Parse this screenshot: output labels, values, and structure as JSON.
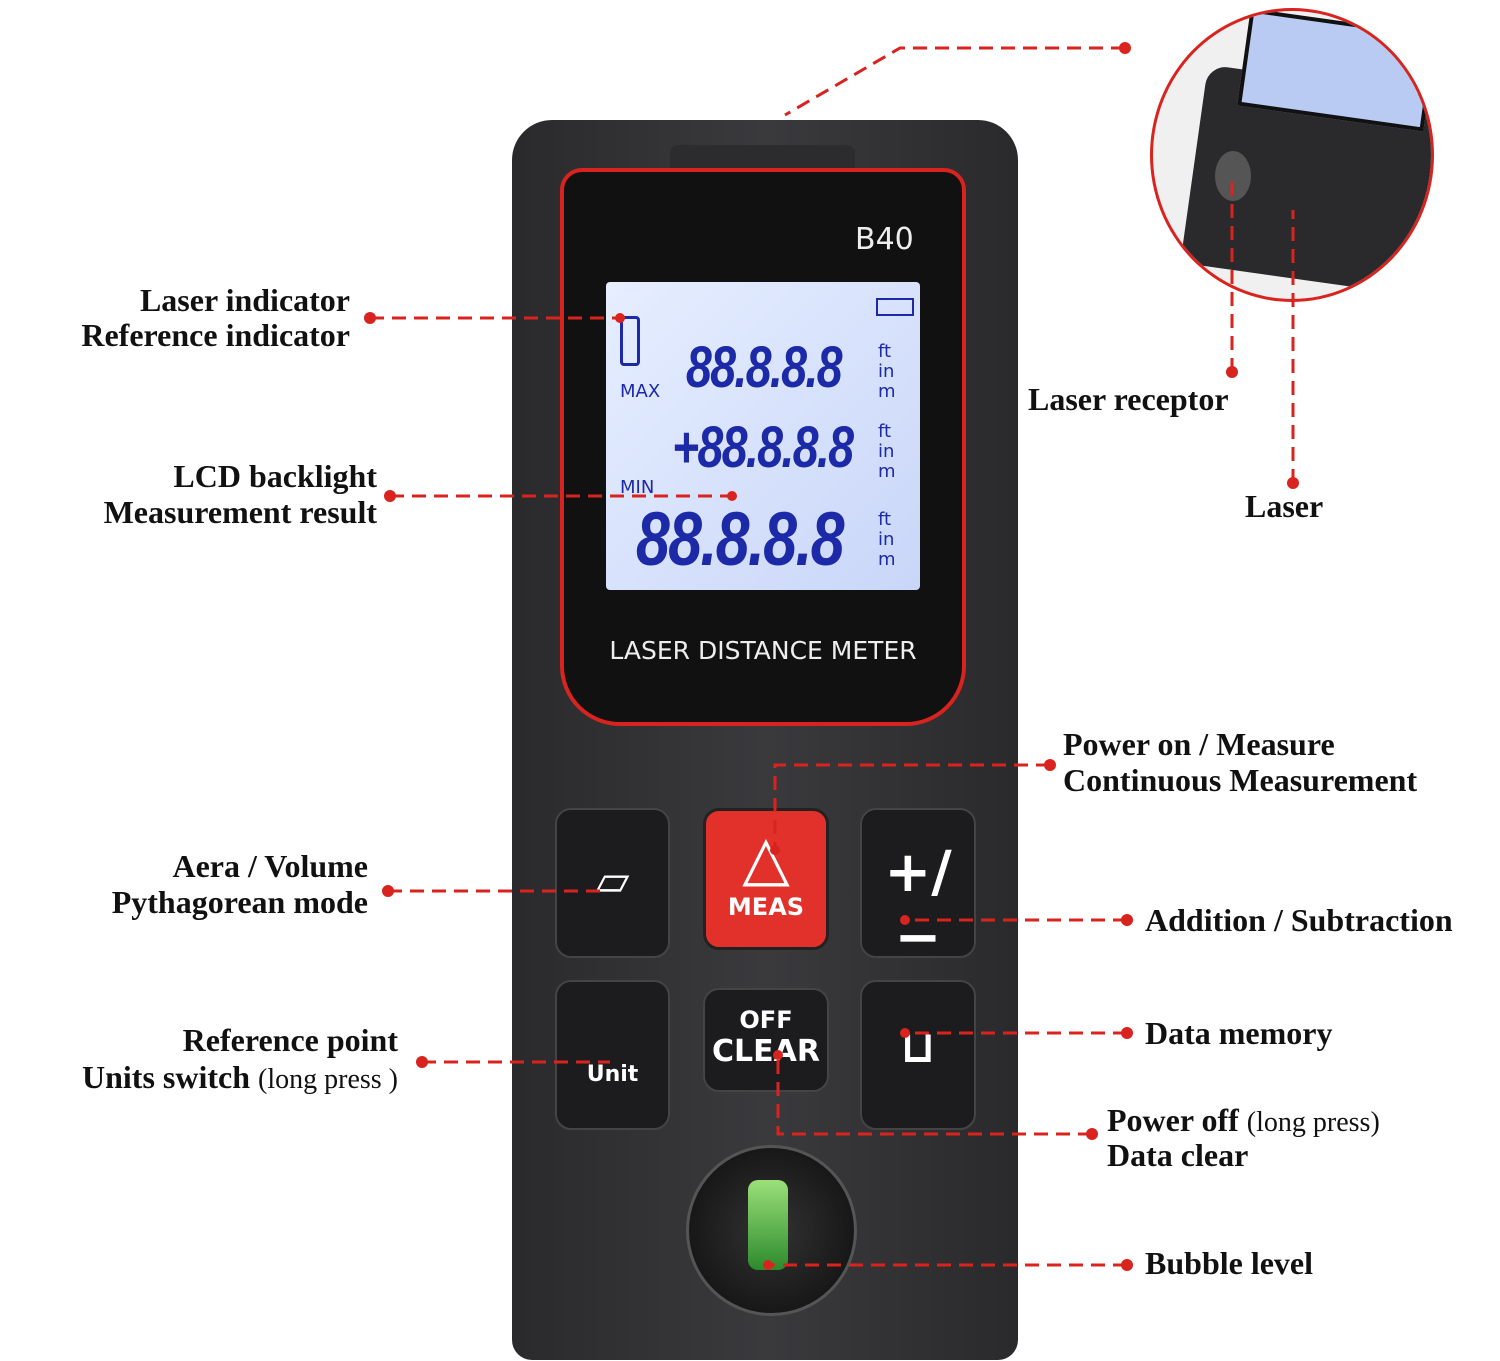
{
  "device": {
    "model": "B40",
    "brand": "LASER DISTANCE METER",
    "lcd": {
      "digits_row1": "88.8.8.8",
      "digits_row2": "+88.8.8.8",
      "digits_row3": "88.8.8.8",
      "units": "ft in m",
      "max_label": "MAX",
      "min_label": "MIN"
    },
    "buttons": {
      "meas": "MEAS",
      "off": "OFF",
      "clear": "CLEAR",
      "unit": "Unit",
      "plus_minus": "+/−"
    }
  },
  "callouts": {
    "laser_indicator": "Laser indicator",
    "reference_indicator": "Reference indicator",
    "lcd_backlight": "LCD backlight",
    "measurement_result": "Measurement result",
    "power_on": "Power on / Measure",
    "continuous": "Continuous Measurement",
    "area_volume": "Aera / Volume",
    "pythagorean": "Pythagorean mode",
    "add_sub": "Addition / Subtraction",
    "reference_point": "Reference point",
    "units_switch": "Units switch",
    "units_switch_note": "(long press )",
    "data_memory": "Data memory",
    "power_off": "Power off",
    "power_off_note": "(long press)",
    "data_clear": "Data clear",
    "bubble_level": "Bubble level",
    "laser_receptor": "Laser receptor",
    "laser": "Laser"
  },
  "colors": {
    "accent": "#d8231e",
    "lcd_text": "#1c2aa8"
  }
}
